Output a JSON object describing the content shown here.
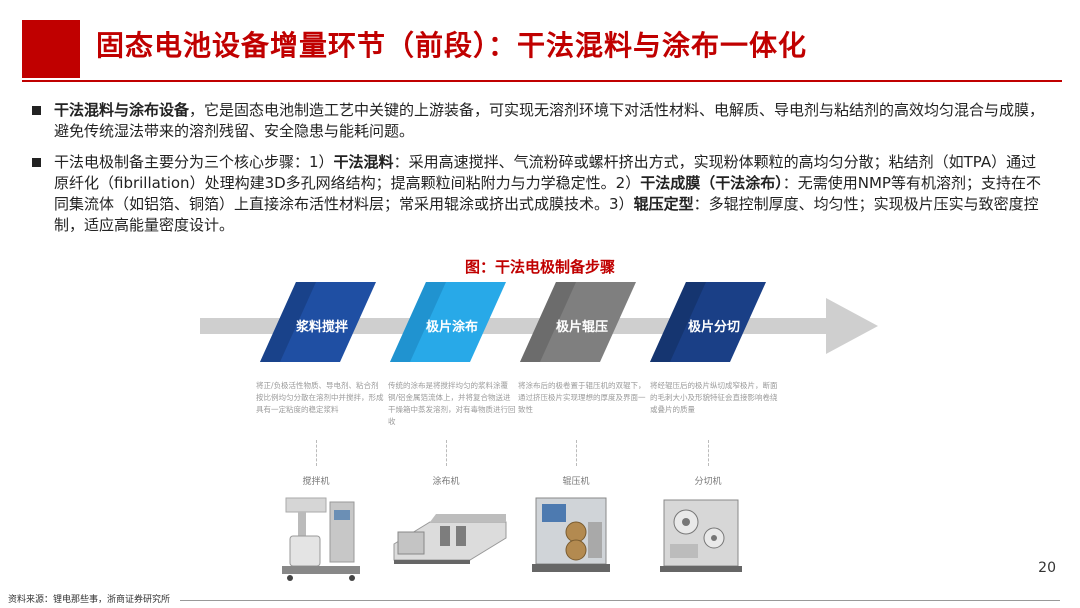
{
  "title": "固态电池设备增量环节（前段）：干法混料与涂布一体化",
  "colors": {
    "accent": "#c00000",
    "step1": "#1f4fa3",
    "step2": "#28a9e8",
    "step3": "#7f7f7f",
    "step4": "#1a3f86",
    "arrow": "#c9c9c9"
  },
  "bullets": [
    {
      "parts": [
        {
          "text": "干法混料与涂布设备",
          "bold": true
        },
        {
          "text": "，它是固态电池制造工艺中关键的上游装备，可实现无溶剂环境下对活性材料、电解质、导电剂与粘结剂的高效均匀混合与成膜，避免传统湿法带来的溶剂残留、安全隐患与能耗问题。",
          "bold": false
        }
      ]
    },
    {
      "parts": [
        {
          "text": "干法电极制备主要分为三个核心步骤：1）",
          "bold": false
        },
        {
          "text": "干法混料",
          "bold": true
        },
        {
          "text": "：采用高速搅拌、气流粉碎或螺杆挤出方式，实现粉体颗粒的高均匀分散；粘结剂（如TPA）通过原纤化（fibrillation）处理构建3D多孔网络结构；提高颗粒间粘附力与力学稳定性。2）",
          "bold": false
        },
        {
          "text": "干法成膜（干法涂布）",
          "bold": true
        },
        {
          "text": "：无需使用NMP等有机溶剂；支持在不同集流体（如铝箔、铜箔）上直接涂布活性材料层；常采用辊涂或挤出式成膜技术。3）",
          "bold": false
        },
        {
          "text": "辊压定型",
          "bold": true
        },
        {
          "text": "：多辊控制厚度、均匀性；实现极片压实与致密度控制，适应高能量密度设计。",
          "bold": false
        }
      ]
    }
  ],
  "figure_caption": "图：干法电极制备步骤",
  "steps": [
    {
      "label": "浆料搅拌",
      "desc": "将正/负极活性物质、导电剂、粘合剂按比例均匀分散在溶剂中并搅拌，形成具有一定粘度的稳定浆料",
      "machine": "搅拌机",
      "machine_icon": "mixer-machine-icon"
    },
    {
      "label": "极片涂布",
      "desc": "传统的涂布是将搅拌均匀的浆料涂覆铜/铝金属箔流体上，并将复合物送进干燥箱中蒸发溶剂，对有毒物质进行回收",
      "machine": "涂布机",
      "machine_icon": "coater-machine-icon"
    },
    {
      "label": "极片辊压",
      "desc": "将涂布后的极卷置于辊压机的双辊下，通过挤压极片实现理想的厚度及界面一致性",
      "machine": "辊压机",
      "machine_icon": "roller-press-machine-icon"
    },
    {
      "label": "极片分切",
      "desc": "将经辊压后的极片纵切成窄极片，断面的毛刺大小及形貌特征会直接影响卷绕或叠片的质量",
      "machine": "分切机",
      "machine_icon": "slitting-machine-icon"
    }
  ],
  "page_number": "20",
  "source": "资料来源：锂电那些事，浙商证券研究所"
}
